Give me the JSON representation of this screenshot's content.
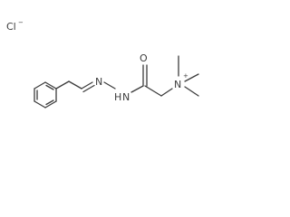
{
  "molecule": {
    "atom_labels": {
      "chloride": "Cl",
      "chloride_charge": "−",
      "nitrogen_imine": "N",
      "nitrogen_hydrazide": "N",
      "hydrazide_h": "H",
      "oxygen": "O",
      "ammonium_n": "N",
      "ammonium_charge": "+"
    }
  }
}
